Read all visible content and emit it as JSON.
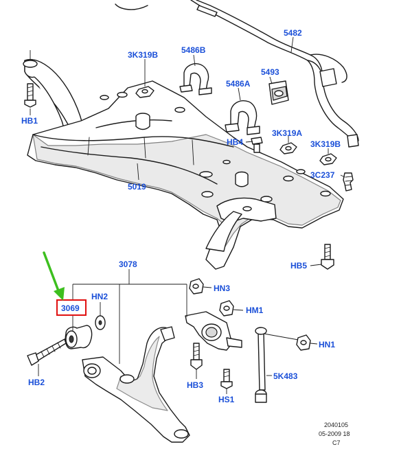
{
  "labels": {
    "p5482": "5482",
    "p3k319b_top": "3K319B",
    "p5486b": "5486B",
    "p5493": "5493",
    "p5486a": "5486A",
    "hb1": "HB1",
    "hb4": "HB4",
    "p3k319a": "3K319A",
    "p3k319b_right": "3K319B",
    "p3c237": "3C237",
    "p5019": "5019",
    "hb5": "HB5",
    "p3078": "3078",
    "p3069": "3069",
    "hn2": "HN2",
    "hn3": "HN3",
    "hm1": "HM1",
    "hn1": "HN1",
    "hb2": "HB2",
    "hb3": "HB3",
    "hs1": "HS1",
    "p5k483": "5K483"
  },
  "footer": {
    "code": "2040105",
    "date": "05-2009 18",
    "ref": "C7"
  },
  "colors": {
    "label_blue": "#1a4fd8",
    "highlight_box": "#e01010",
    "arrow_green": "#3dbf1f",
    "line_ink": "#1a1a1a"
  },
  "highlight": {
    "part": "3069",
    "arrow": "green-arrow-pointing-to-3069"
  }
}
